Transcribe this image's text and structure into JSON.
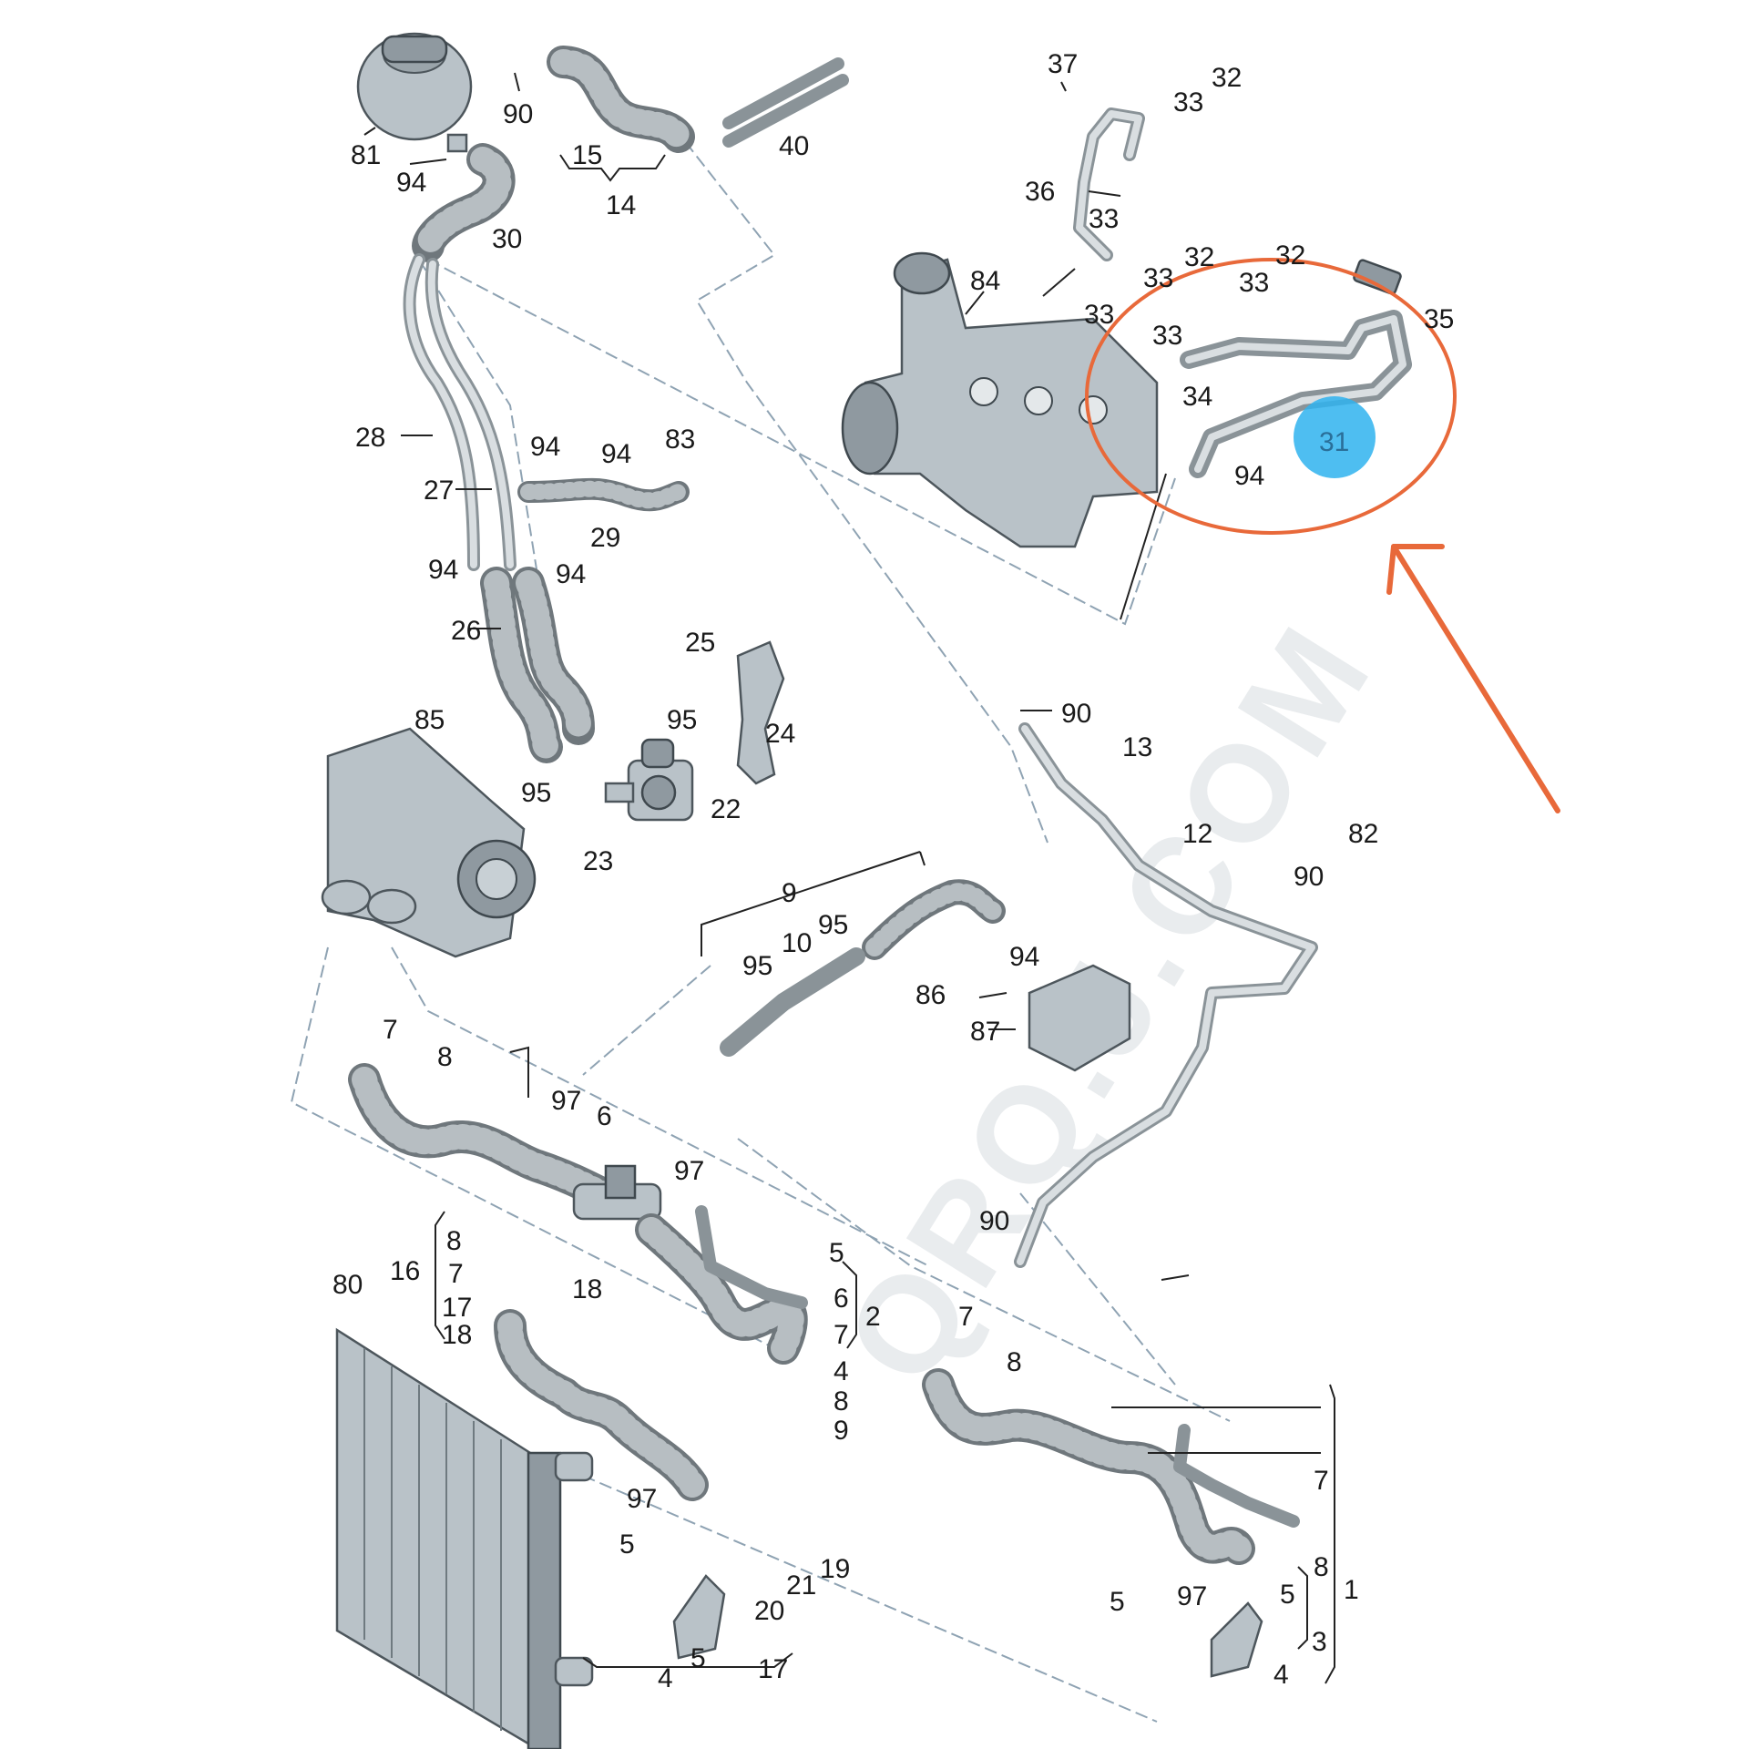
{
  "labels": {
    "l81": "81",
    "l90a": "90",
    "l15": "15",
    "l14": "14",
    "l40": "40",
    "l94a": "94",
    "l30": "30",
    "l37": "37",
    "l33a": "33",
    "l32a": "32",
    "l36": "36",
    "l33b": "33",
    "l33c": "33",
    "l32b": "32",
    "l84": "84",
    "l33d": "33",
    "l33e": "33",
    "l32c": "32",
    "l35": "35",
    "l33f": "33",
    "l34": "34",
    "l31": "31",
    "l94b": "94",
    "l28": "28",
    "l94c": "94",
    "l94d": "94",
    "l83": "83",
    "l27": "27",
    "l29": "29",
    "l94e": "94",
    "l94f": "94",
    "l26": "26",
    "l25": "25",
    "l95a": "95",
    "l24": "24",
    "l85": "85",
    "l95b": "95",
    "l22": "22",
    "l23": "23",
    "l90b": "90",
    "l13": "13",
    "l12": "12",
    "l82": "82",
    "l90c": "90",
    "l9": "9",
    "l95c": "95",
    "l10": "10",
    "l95d": "95",
    "l94g": "94",
    "l86": "86",
    "l87": "87",
    "l7a": "7",
    "l8a": "8",
    "l97a": "97",
    "l6a": "6",
    "l97b": "97",
    "l90d": "90",
    "l80": "80",
    "l8b": "8",
    "l16": "16",
    "l7b": "7",
    "l17a": "17",
    "l18a": "18",
    "l18b": "18",
    "l5a": "5",
    "l6b": "6",
    "l7c": "7",
    "l2": "2",
    "l4a": "4",
    "l8c": "8",
    "l9b": "9",
    "l7d": "7",
    "l8d": "8",
    "l97c": "97",
    "l5b": "5",
    "l19": "19",
    "l21": "21",
    "l20": "20",
    "l4b": "4",
    "l5c": "5",
    "l17b": "17",
    "l7e": "7",
    "l8e": "8",
    "l1": "1",
    "l5d": "5",
    "l97d": "97",
    "l5e": "5",
    "l3": "3",
    "l4c": "4"
  },
  "watermark": "QRQ.J.COM",
  "colors": {
    "highlight_ring": "#e8693a",
    "callout_arrow": "#e8693a",
    "part31_marker": "#2fb3ee"
  }
}
